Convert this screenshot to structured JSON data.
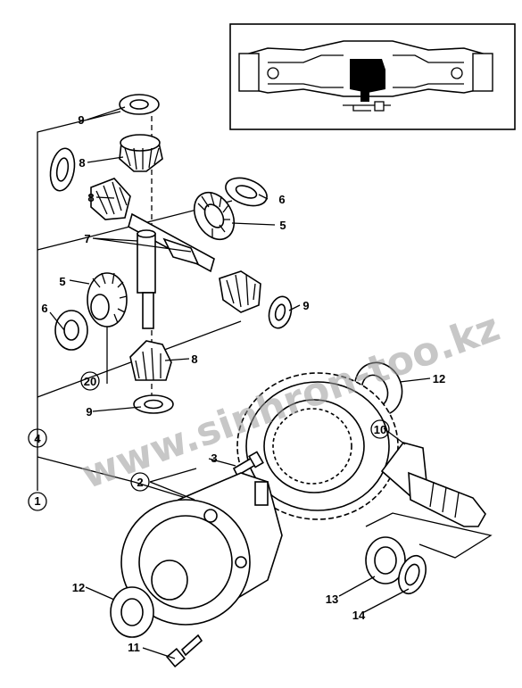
{
  "callouts": [
    {
      "id": "c1",
      "text": "1",
      "circled": true
    },
    {
      "id": "c2",
      "text": "2",
      "circled": true
    },
    {
      "id": "c3",
      "text": "3",
      "circled": false
    },
    {
      "id": "c4",
      "text": "4",
      "circled": true
    },
    {
      "id": "c5a",
      "text": "5",
      "circled": false
    },
    {
      "id": "c5b",
      "text": "5",
      "circled": false
    },
    {
      "id": "c6a",
      "text": "6",
      "circled": false
    },
    {
      "id": "c6b",
      "text": "6",
      "circled": false
    },
    {
      "id": "c7",
      "text": "7",
      "circled": false
    },
    {
      "id": "c8a",
      "text": "8",
      "circled": false
    },
    {
      "id": "c8b",
      "text": "8",
      "circled": false
    },
    {
      "id": "c8c",
      "text": "8",
      "circled": false
    },
    {
      "id": "c9a",
      "text": "9",
      "circled": false
    },
    {
      "id": "c9b",
      "text": "9",
      "circled": false
    },
    {
      "id": "c9c",
      "text": "9",
      "circled": false
    },
    {
      "id": "c10",
      "text": "10",
      "circled": true
    },
    {
      "id": "c11",
      "text": "11",
      "circled": false
    },
    {
      "id": "c12a",
      "text": "12",
      "circled": false
    },
    {
      "id": "c12b",
      "text": "12",
      "circled": false
    },
    {
      "id": "c13",
      "text": "13",
      "circled": false
    },
    {
      "id": "c14",
      "text": "14",
      "circled": false
    },
    {
      "id": "c20",
      "text": "20",
      "circled": true
    }
  ],
  "watermark": "www.sinhron-too.kz"
}
